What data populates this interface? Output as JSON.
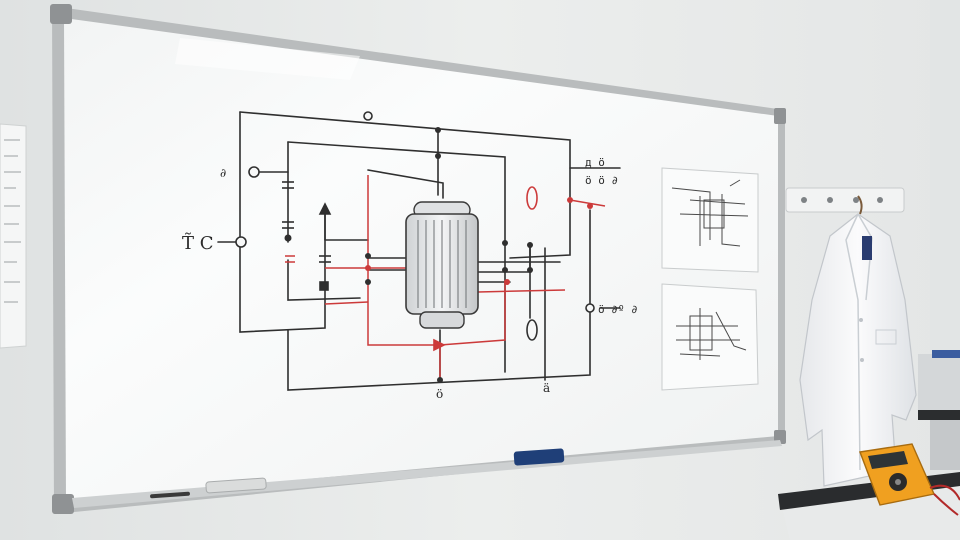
{
  "scene": {
    "description_colors": {
      "wall": "#e9ebea",
      "whiteboard": "#f7f8f8",
      "frame": "#b9bcbd",
      "ink_black": "#2f2f2f",
      "ink_red": "#cc3a3a",
      "eraser": "#1f3f78",
      "multimeter": "#f0a020",
      "coat": "#f4f5f7",
      "bench": "#2a2c2e"
    },
    "icons": [
      "whiteboard",
      "circuit-diagram",
      "motor-component",
      "pinned-sheet",
      "lab-coat",
      "coat-hook-rail",
      "multimeter",
      "whiteboard-eraser",
      "marker"
    ]
  },
  "board": {
    "label_left": "T̃ C",
    "label_top_left": "∂",
    "label_top_right": "д ö",
    "label_top_right2": "ö ö ∂",
    "label_right": "ö ∂º ∂",
    "label_bottom": "ö",
    "label_bottom2": "ä"
  },
  "sheets": {
    "top_caption": "",
    "bottom_caption": ""
  }
}
